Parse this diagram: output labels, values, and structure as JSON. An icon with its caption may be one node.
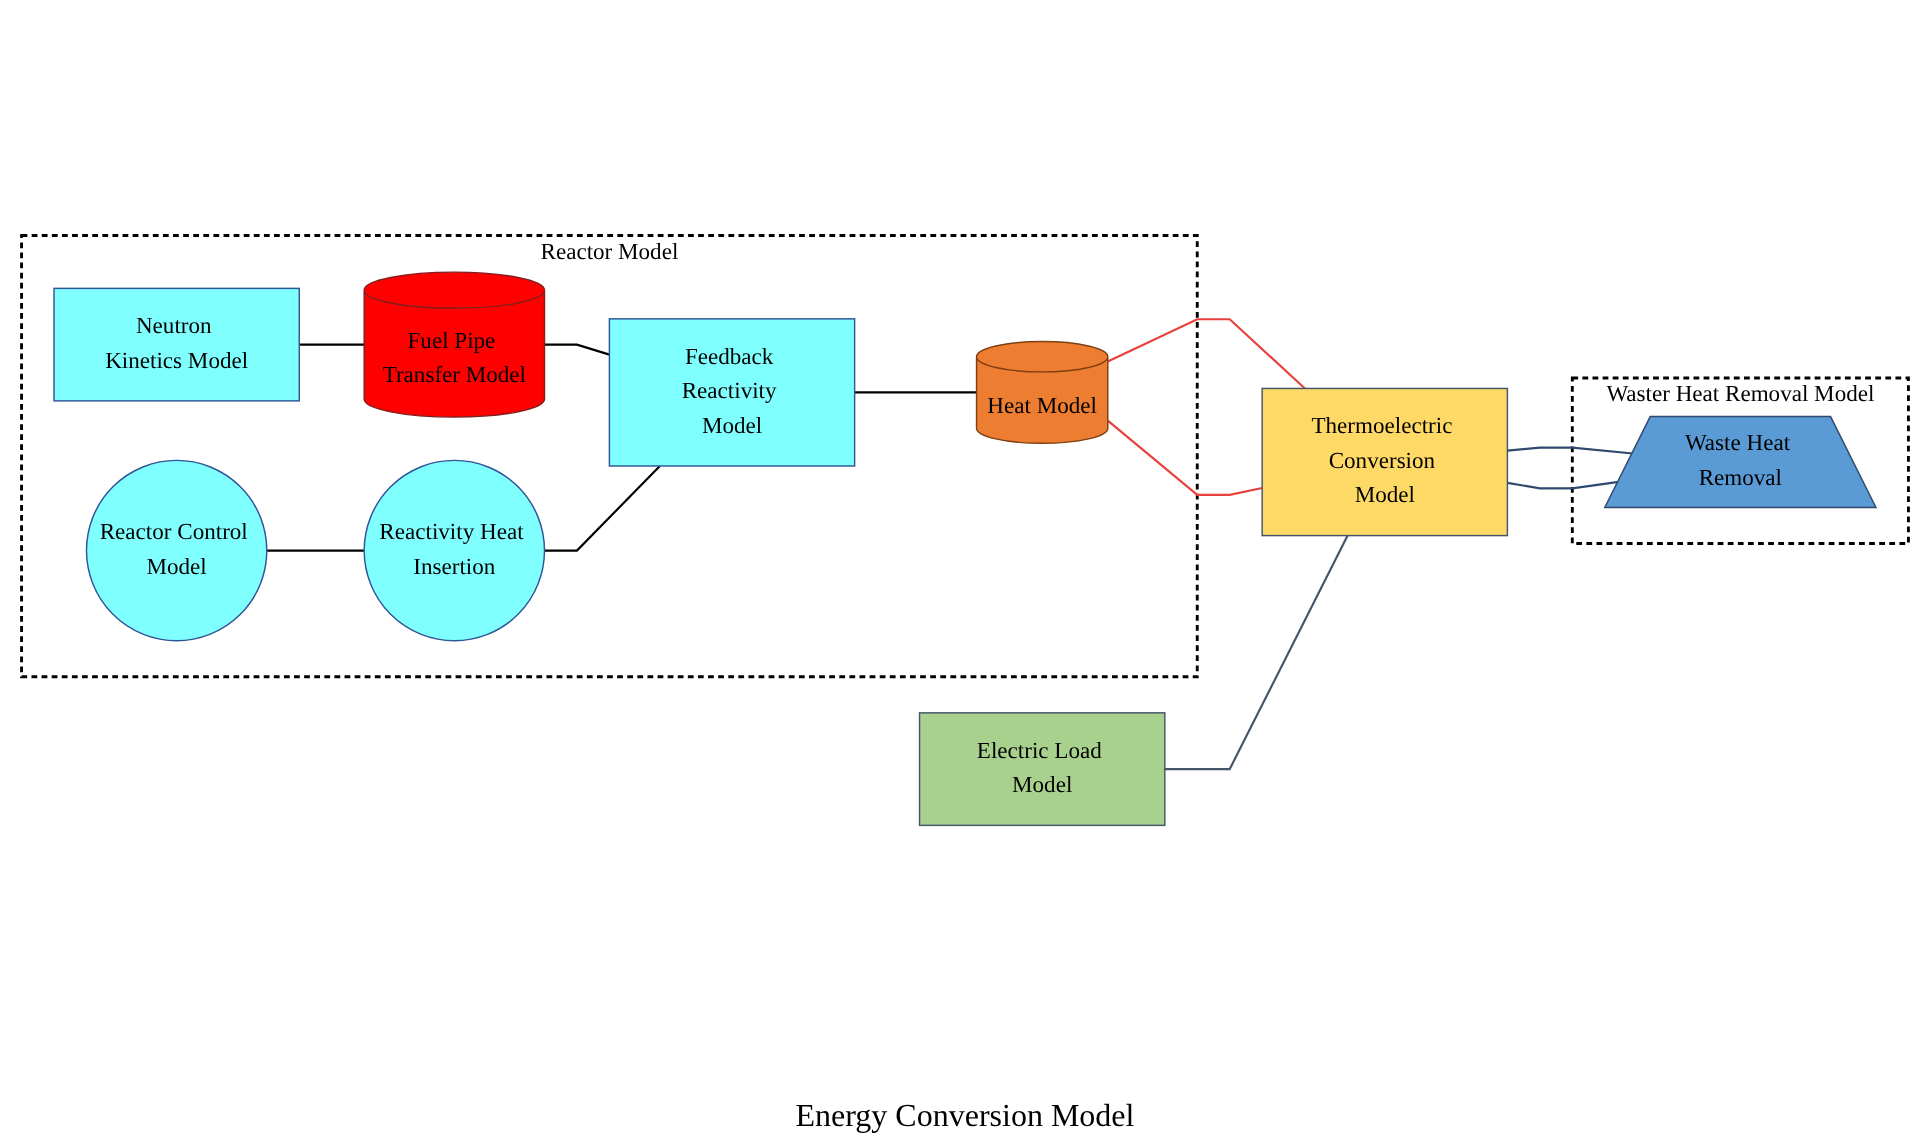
{
  "diagram": {
    "nodes": [
      {
        "text": [
          "Reactor Model"
        ]
      },
      {
        "text": [
          "Reactor Control Model"
        ],
        "in": 0
      },
      {
        "text": [
          "Neutron Kinetics Model"
        ],
        "in": 0
      },
      {
        "text": [
          "Reactivity Heat Insertion"
        ],
        "in": 0
      },
      {
        "text": [
          "Fuel Pipe Transfer Model"
        ],
        "in": 0
      },
      {
        "text": [
          "Heat Model"
        ],
        "in": 0
      },
      {
        "text": [
          "Feedback Reactivity Model"
        ],
        "in": 0
      },
      {
        "text": [
          "Electric Load Model"
        ]
      },
      {
        "text": [
          "Thermoelectric Conversion Model"
        ]
      },
      {
        "text": [
          "Waster Heat Removal Model"
        ]
      },
      {
        "text": [
          "Waste Heat Removal"
        ],
        "in": 9
      }
    ],
    "edges": [
      {
        "from": 1,
        "to": 3,
        "arrow": "none"
      },
      {
        "from": 2,
        "to": 4,
        "arrow": "none"
      },
      {
        "from": 4,
        "to": 6,
        "arrow": "none"
      },
      {
        "from": 3,
        "to": 6,
        "arrow": "none"
      },
      {
        "from": 6,
        "to": 5,
        "arrow": "none"
      },
      {
        "from": 5,
        "to": 8,
        "arrow": "none",
        "color": "#e8413c"
      },
      {
        "from": 5,
        "to": 8,
        "arrow": "none",
        "color": "#e8413c"
      },
      {
        "from": 7,
        "to": 8,
        "arrow": "none",
        "color": "#44546a"
      },
      {
        "from": 8,
        "to": 10,
        "arrow": "none",
        "color": "#2f4a6e"
      },
      {
        "from": 8,
        "to": 10,
        "arrow": "none",
        "color": "#2f4a6e"
      }
    ],
    "labels": [
      "Energy Conversion Model"
    ]
  }
}
